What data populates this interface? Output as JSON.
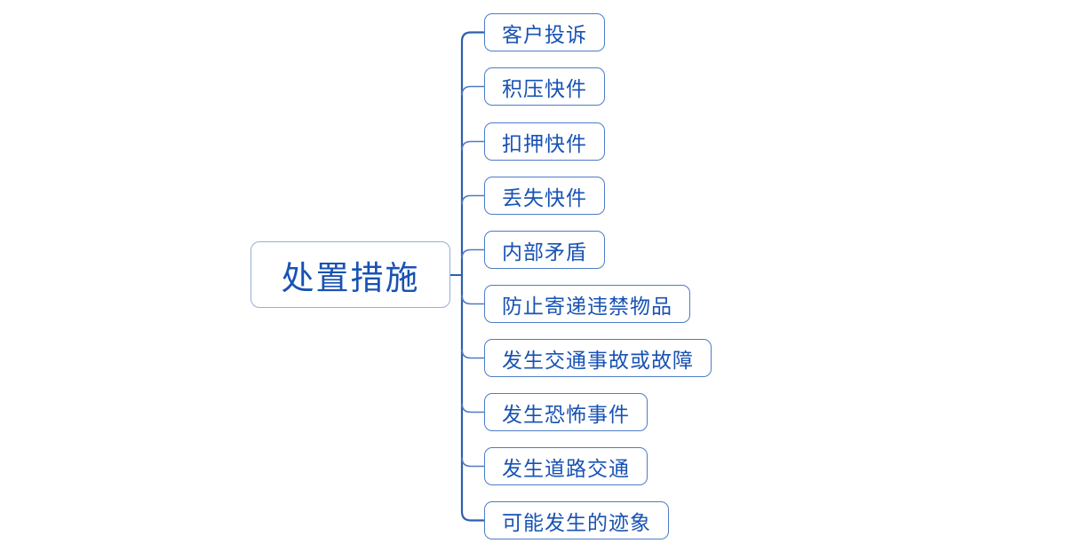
{
  "diagram": {
    "type": "mindmap",
    "root": {
      "label": "处置措施"
    },
    "children": [
      {
        "label": "客户投诉"
      },
      {
        "label": "积压快件"
      },
      {
        "label": "扣押快件"
      },
      {
        "label": "丢失快件"
      },
      {
        "label": "内部矛盾"
      },
      {
        "label": "防止寄递违禁物品"
      },
      {
        "label": "发生交通事故或故障"
      },
      {
        "label": "发生恐怖事件"
      },
      {
        "label": "发生道路交通"
      },
      {
        "label": "可能发生的迹象"
      }
    ],
    "colors": {
      "background": "#ffffff",
      "trunk_line": "#2E5FAE",
      "branch_line": "#4F7BC4",
      "root_border": "#95AEDC",
      "child_border": "#4D7CC7",
      "text": "#1852B4"
    }
  }
}
